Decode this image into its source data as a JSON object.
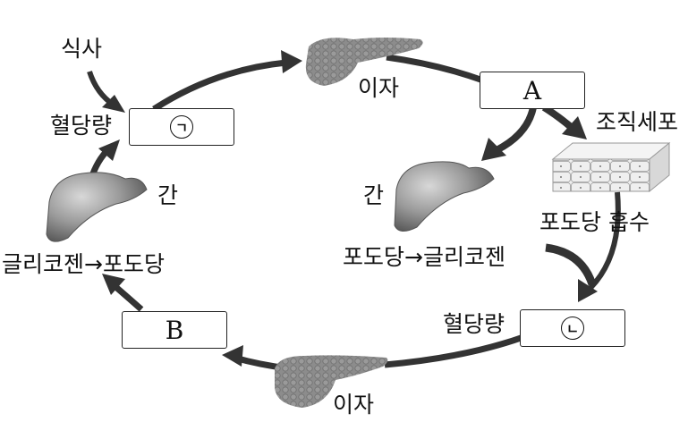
{
  "labels": {
    "meal": "식사",
    "blood_sugar_top": "혈당량",
    "blood_sugar_bottom": "혈당량",
    "pancreas_top": "이자",
    "pancreas_bottom": "이자",
    "liver_left": "간",
    "liver_right": "간",
    "tissue_cells": "조직세포",
    "glucose_uptake": "포도당 흡수",
    "glycogen_to_glucose": "글리코젠→포도당",
    "glucose_to_glycogen": "포도당→글리코젠"
  },
  "boxes": {
    "top_left": "ㄱ",
    "bottom_right": "ㄴ",
    "hormone_a": "A",
    "hormone_b": "B"
  },
  "colors": {
    "arrow": "#333333",
    "organ_gray": "#8a8a8a",
    "tissue": "#e6e6e6"
  }
}
